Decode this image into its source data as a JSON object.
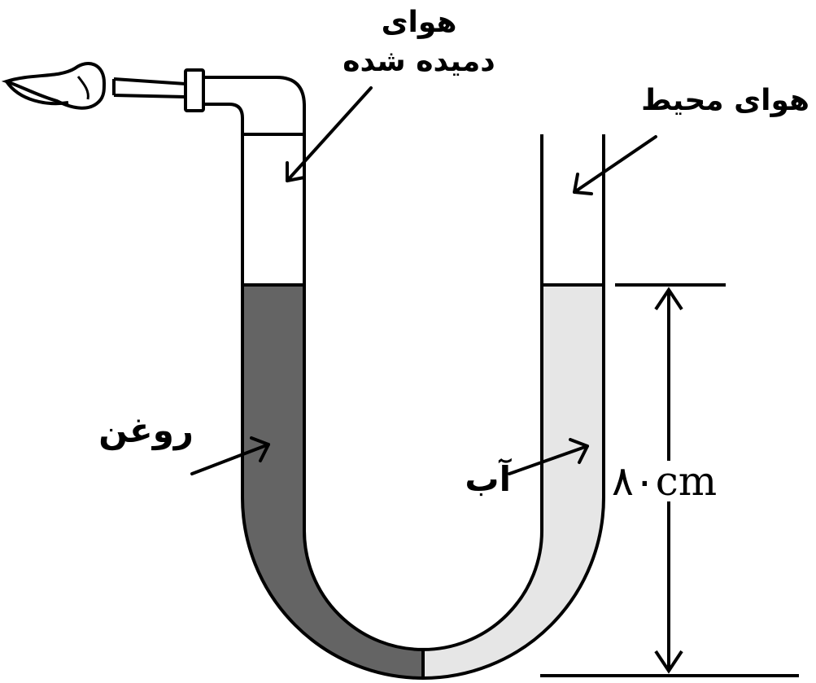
{
  "labels": {
    "blown_air_line1": "هوای",
    "blown_air_line2": "دمیده شده",
    "ambient_air": "هوای محیط",
    "oil": "روغن",
    "water": "آب",
    "height": "۸۰cm"
  },
  "colors": {
    "oil": "#646464",
    "water": "#e6e6e6",
    "outline": "#000000",
    "background": "#ffffff"
  },
  "icons": {
    "mouth": "blowing-mouth-icon",
    "nozzle": "nozzle-connector-icon"
  }
}
